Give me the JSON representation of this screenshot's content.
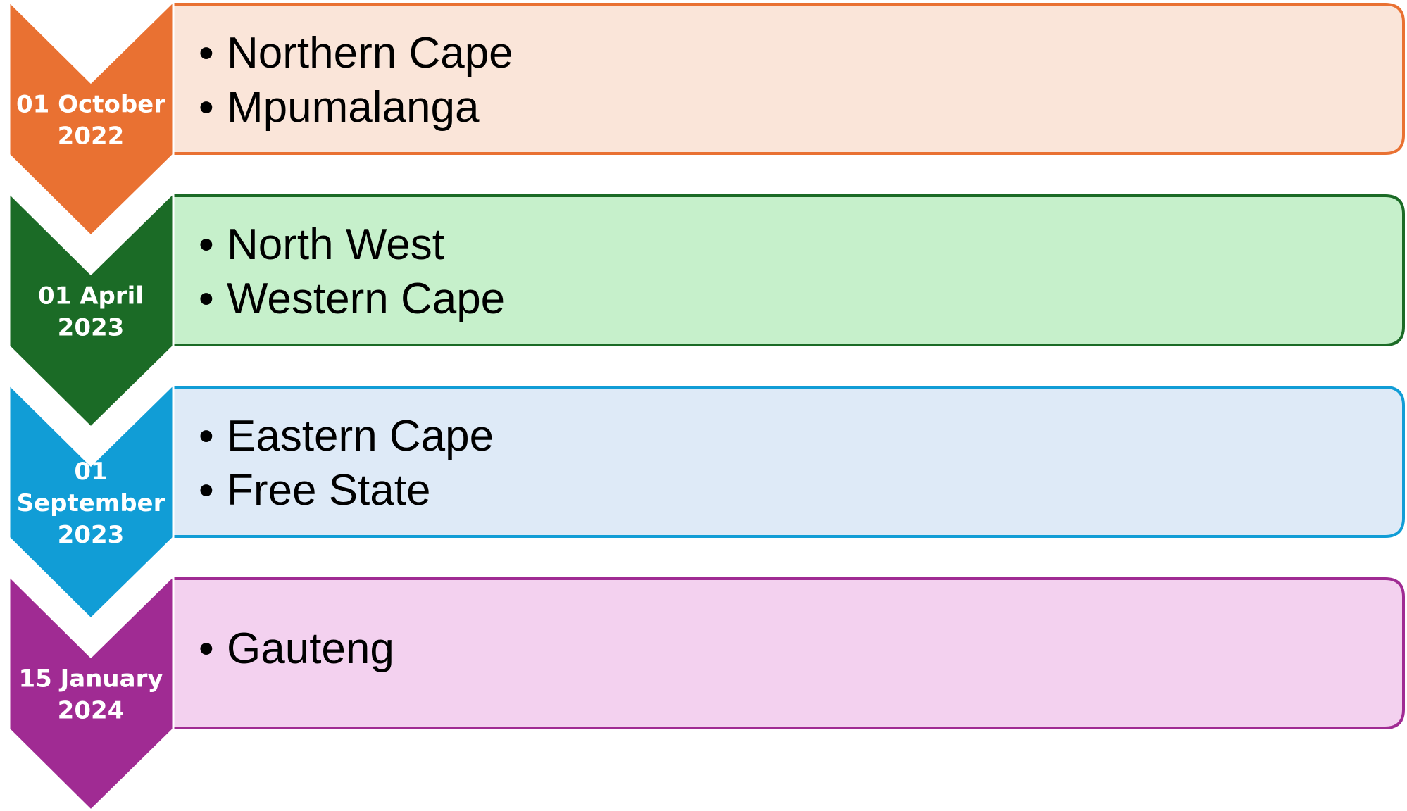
{
  "timeline": {
    "steps": [
      {
        "date_lines": [
          "01 October",
          "2022"
        ],
        "items": [
          "Northern Cape",
          "Mpumalanga"
        ],
        "colors": {
          "chevron": "#E97132",
          "border": "#E97132",
          "fill": "#FAE5D9"
        }
      },
      {
        "date_lines": [
          "01 April",
          "2023"
        ],
        "items": [
          "North West",
          "Western Cape"
        ],
        "colors": {
          "chevron": "#1B6B26",
          "border": "#1B6B26",
          "fill": "#C6F0CB"
        }
      },
      {
        "date_lines": [
          "01",
          "September",
          "2023"
        ],
        "items": [
          "Eastern Cape",
          "Free State"
        ],
        "colors": {
          "chevron": "#119DD6",
          "border": "#119DD6",
          "fill": "#DEEAF7"
        }
      },
      {
        "date_lines": [
          "15 January",
          "2024"
        ],
        "items": [
          "Gauteng"
        ],
        "colors": {
          "chevron": "#A02B93",
          "border": "#A02B93",
          "fill": "#F3D1EF"
        }
      }
    ],
    "bullet": "•"
  }
}
